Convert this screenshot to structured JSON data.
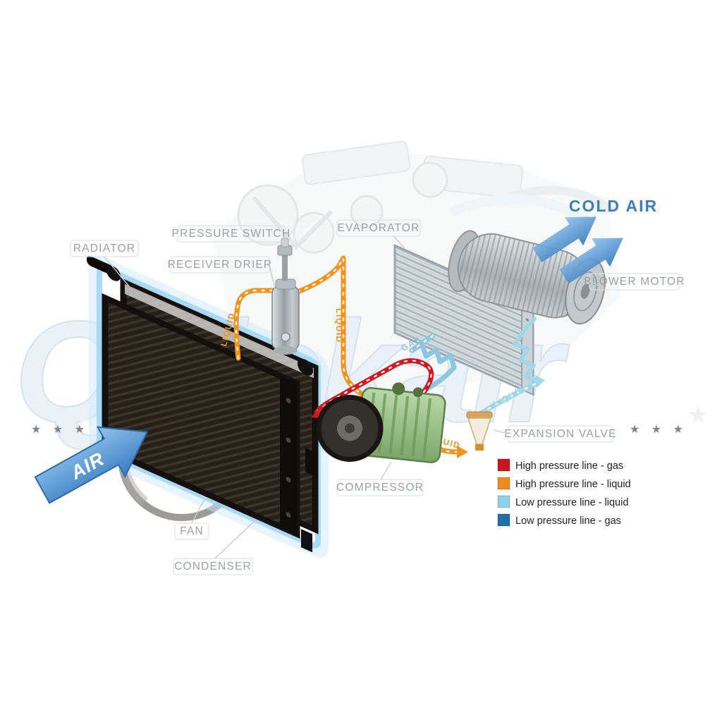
{
  "watermark": {
    "text": "Quickair",
    "stars_left": "★ ★ ★",
    "stars_right": "★ ★ ★",
    "star": "★"
  },
  "labels": {
    "radiator": "RADIATOR",
    "pressure_switch": "PRESSURE SWITCH",
    "receiver_drier": "RECEIVER DRIER",
    "evaporator": "EVAPORATOR",
    "blower_motor": "BLOWER MOTOR",
    "expansion_valve": "EXPANSION VALVE",
    "compressor": "COMPRESSOR",
    "fan": "FAN",
    "condenser": "CONDENSER",
    "air": "AIR",
    "cold_air": "COLD AIR"
  },
  "line_labels": {
    "liquid_from_condenser": "LIQUID",
    "liquid_after_drier": "LIQUID",
    "gas_discharge": "GAS",
    "gas_suction": "GAS",
    "liquid_to_expansion_valve": "LIQUID",
    "liquid_to_evaporator": "LIQUID"
  },
  "legend": {
    "items": [
      {
        "label": "High pressure line - gas",
        "color": "#c8181f"
      },
      {
        "label": "High pressure line - liquid",
        "color": "#ee8a1e"
      },
      {
        "label": "Low pressure line - liquid",
        "color": "#8fd0e6"
      },
      {
        "label": "Low pressure line -  gas",
        "color": "#1f6fa8"
      }
    ]
  }
}
